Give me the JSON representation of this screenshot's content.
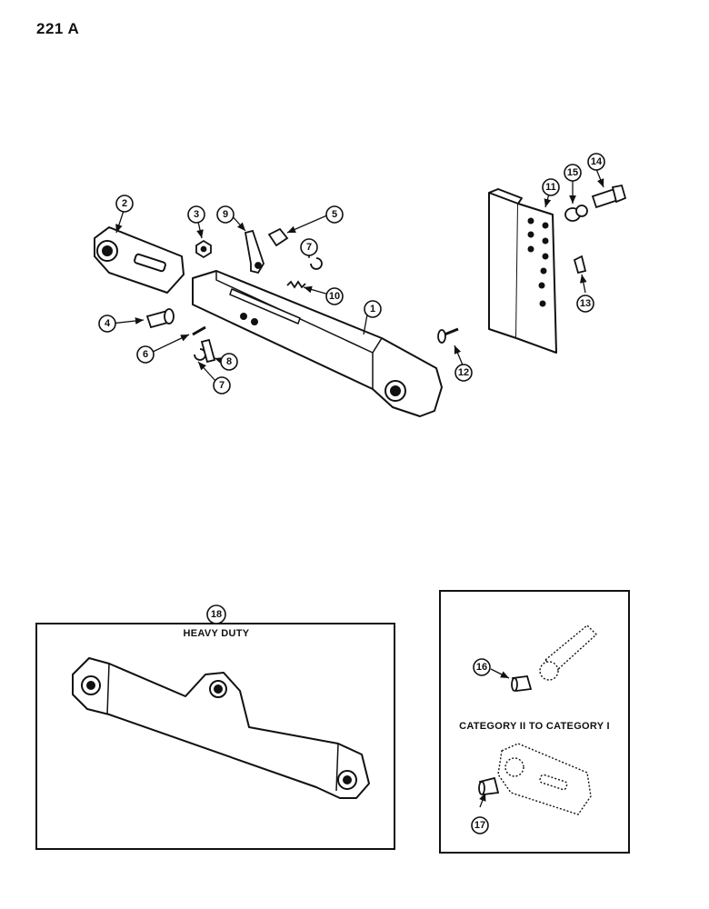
{
  "page": {
    "number": "221 A"
  },
  "callouts": [
    "1",
    "2",
    "3",
    "4",
    "5",
    "6",
    "7",
    "8",
    "9",
    "10",
    "11",
    "12",
    "13",
    "14",
    "15",
    "16",
    "17",
    "18"
  ],
  "heavy_duty": {
    "label": "HEAVY DUTY",
    "callout": "18"
  },
  "adapter": {
    "label": "CATEGORY II TO CATEGORY I"
  }
}
